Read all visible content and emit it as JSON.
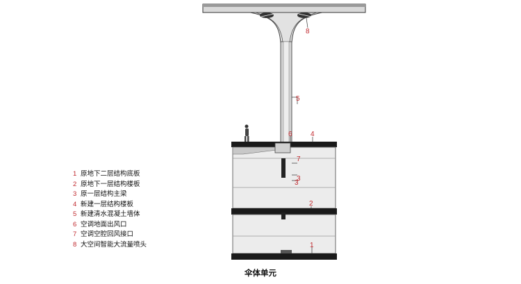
{
  "legend": [
    {
      "num": "1",
      "text": "原地下二层结构底板"
    },
    {
      "num": "2",
      "text": "原地下一层结构楼板"
    },
    {
      "num": "3",
      "text": "原一层结构主梁"
    },
    {
      "num": "4",
      "text": "新建一层结构楼板"
    },
    {
      "num": "5",
      "text": "新建清水混凝土墙体"
    },
    {
      "num": "6",
      "text": "空调地面出风口"
    },
    {
      "num": "7",
      "text": "空调空腔回风接口"
    },
    {
      "num": "8",
      "text": "大空间智能大流量喷头"
    }
  ],
  "callouts": {
    "c1": "1",
    "c2": "2",
    "c3a": "3",
    "c3b": "3",
    "c4": "4",
    "c5": "5",
    "c6": "6",
    "c7": "7",
    "c8": "8"
  },
  "caption": "伞体单元",
  "colors": {
    "callout": "#c0282d",
    "structure": "#6a6a6a",
    "slab": "#1a1a1a"
  }
}
